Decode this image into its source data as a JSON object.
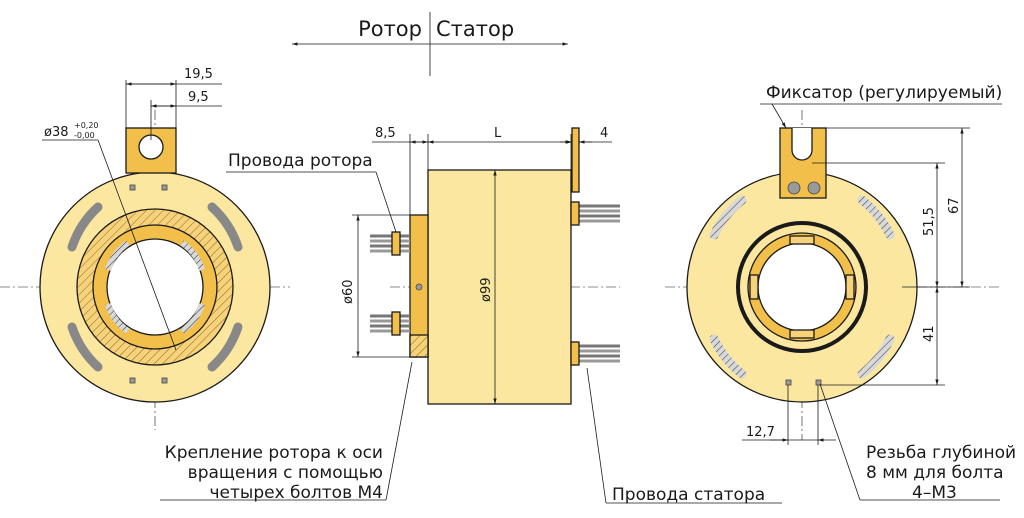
{
  "header": {
    "left": "Ротор",
    "right": "Статор"
  },
  "labels": {
    "rotor_wires": "Провода ротора",
    "stator_wires": "Провода статора",
    "fixator": "Фиксатор (регулируемый)",
    "mount_line1": "Крепление ротора к оси",
    "mount_line2": "вращения с помощью",
    "mount_line3": "четырех болтов М4",
    "thread_line1": "Резьба глубиной",
    "thread_line2": "8 мм для болта",
    "thread_line3": "4–М3"
  },
  "dimensions": {
    "d_19_5": "19,5",
    "d_9_5": "9,5",
    "d_38": "ø38",
    "d_38_tol_plus": "+0,20",
    "d_38_tol_minus": "-0,00",
    "d_8_5": "8,5",
    "d_L": "L",
    "d_4": "4",
    "d_60": "ø60",
    "d_99": "ø99",
    "d_67": "67",
    "d_51_5": "51,5",
    "d_41": "41",
    "d_12_7": "12,7"
  },
  "colors": {
    "body": "#fbe7a0",
    "accent": "#f2c04a",
    "line": "#1a1a1a",
    "gray": "#9a9a9a"
  }
}
